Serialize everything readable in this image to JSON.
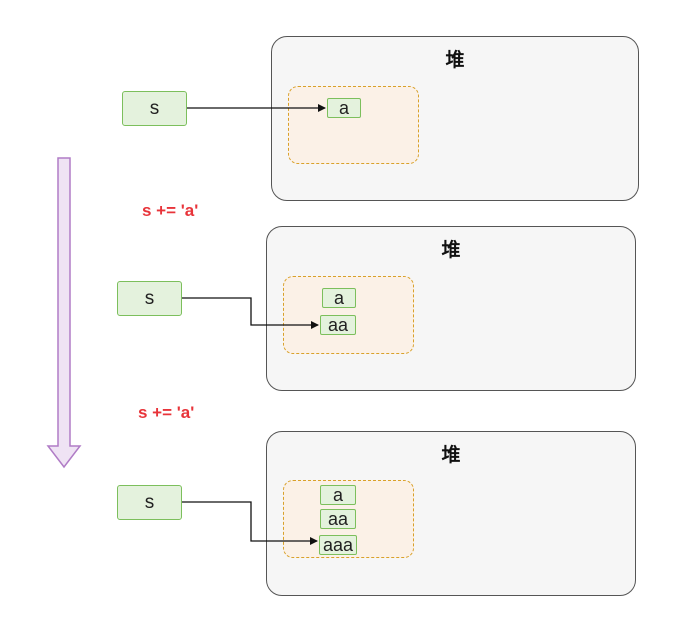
{
  "heap_label": "堆",
  "variable_name": "s",
  "operation": "s += 'a'",
  "stages": [
    {
      "strings": [
        "a"
      ],
      "pointer_target": "a"
    },
    {
      "strings": [
        "a",
        "aa"
      ],
      "pointer_target": "aa"
    },
    {
      "strings": [
        "a",
        "aa",
        "aaa"
      ],
      "pointer_target": "aaa"
    }
  ],
  "colors": {
    "variable_fill": "#e4f2dd",
    "variable_border": "#7cbf5c",
    "pool_fill": "#fbf1e7",
    "pool_border": "#d9a12a",
    "operation_text": "#e8343a",
    "timeline_arrow": "#b07cc6"
  }
}
